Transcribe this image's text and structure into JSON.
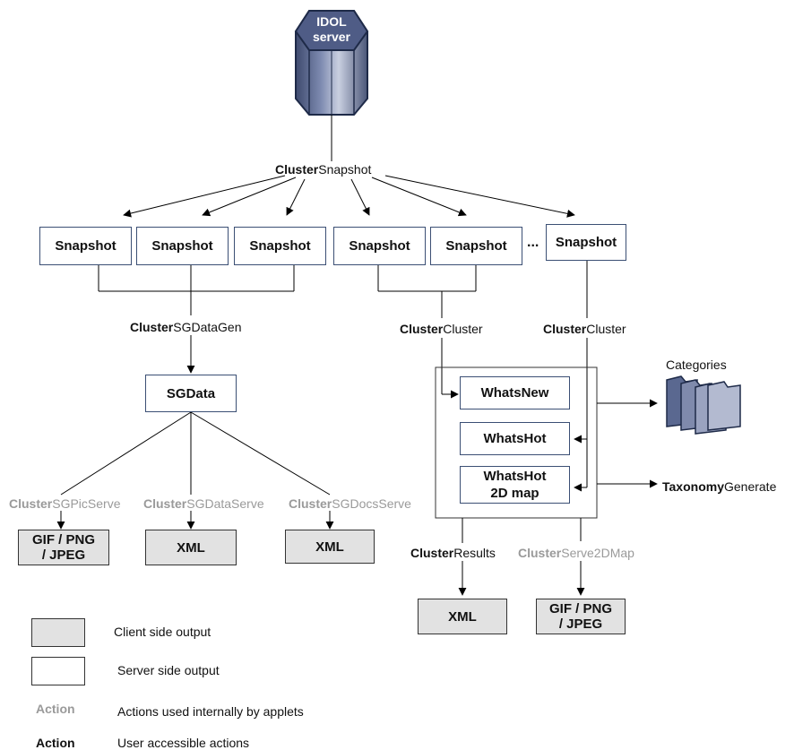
{
  "server": {
    "line1": "IDOL",
    "line2": "server"
  },
  "actions": {
    "cluster_snapshot": {
      "prefix": "Cluster",
      "suffix": "Snapshot"
    },
    "cluster_sgdatagen": {
      "prefix": "Cluster",
      "suffix": "SGDataGen"
    },
    "cluster_cluster_1": {
      "prefix": "Cluster",
      "suffix": "Cluster"
    },
    "cluster_cluster_2": {
      "prefix": "Cluster",
      "suffix": "Cluster"
    },
    "cluster_sgpicserve": {
      "prefix": "Cluster",
      "suffix": "SGPicServe"
    },
    "cluster_sgdataserve": {
      "prefix": "Cluster",
      "suffix": "SGDataServe"
    },
    "cluster_sgdocsserve": {
      "prefix": "Cluster",
      "suffix": "SGDocsServe"
    },
    "cluster_results": {
      "prefix": "Cluster",
      "suffix": "Results"
    },
    "cluster_serve2dmap": {
      "prefix": "Cluster",
      "suffix": "Serve2DMap"
    },
    "taxonomy_generate": {
      "prefix": "Taxonomy",
      "suffix": "Generate"
    }
  },
  "snapshots": [
    "Snapshot",
    "Snapshot",
    "Snapshot",
    "Snapshot",
    "Snapshot",
    "Snapshot"
  ],
  "ellipsis": "...",
  "sgdata": "SGData",
  "whatsnew": "WhatsNew",
  "whatshot": "WhatsHot",
  "whatshot2d": {
    "line1": "WhatsHot",
    "line2": "2D map"
  },
  "categories": "Categories",
  "outputs": {
    "gif_png_1": {
      "line1": "GIF / PNG",
      "line2": "/ JPEG"
    },
    "xml_1": "XML",
    "xml_2": "XML",
    "xml_3": "XML",
    "gif_png_2": {
      "line1": "GIF / PNG",
      "line2": "/ JPEG"
    }
  },
  "legend": {
    "client": "Client side output",
    "server": "Server side output",
    "internal_action": "Action",
    "internal_desc": "Actions used internally by applets",
    "user_action": "Action",
    "user_desc": "User accessible  actions"
  },
  "colors": {
    "client_fill": "#e2e2e2",
    "internal_text": "#9a9a9a",
    "box_border": "#3b4f74",
    "server_fill": "#5a6890"
  }
}
